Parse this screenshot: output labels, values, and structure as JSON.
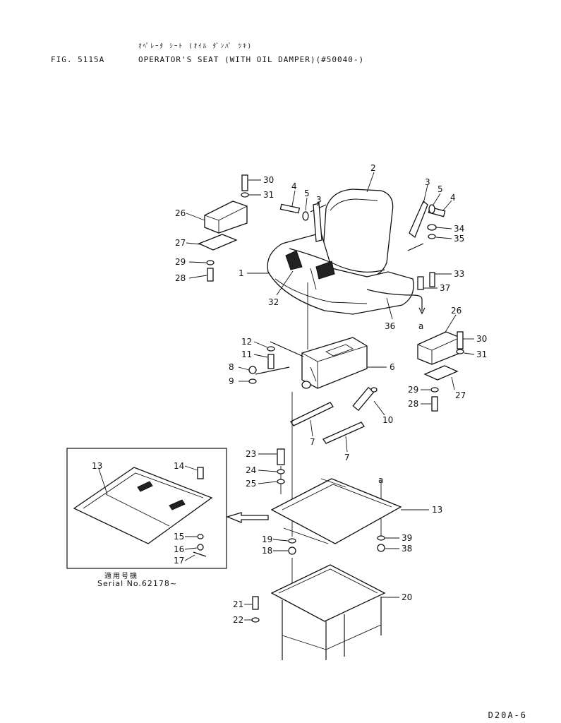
{
  "header": {
    "figure_number": "FIG. 5115A",
    "title_japanese": "ｵﾍﾟﾚｰﾀ ｼｰﾄ (ｵｲﾙ ﾀﾞﾝﾊﾟ ﾂｷ)",
    "title": "OPERATOR'S SEAT (WITH OIL DAMPER)(#50040-)"
  },
  "inset": {
    "serial_label_japanese": "適用号機",
    "serial_label": "Serial No.62178~"
  },
  "footer": {
    "drawing_code": "D20A-6"
  },
  "callouts": [
    {
      "label": "1"
    },
    {
      "label": "2"
    },
    {
      "label": "3"
    },
    {
      "label": "3"
    },
    {
      "label": "4"
    },
    {
      "label": "4"
    },
    {
      "label": "5"
    },
    {
      "label": "5"
    },
    {
      "label": "6"
    },
    {
      "label": "7"
    },
    {
      "label": "7"
    },
    {
      "label": "8"
    },
    {
      "label": "9"
    },
    {
      "label": "10"
    },
    {
      "label": "11"
    },
    {
      "label": "12"
    },
    {
      "label": "13"
    },
    {
      "label": "13"
    },
    {
      "label": "14"
    },
    {
      "label": "15"
    },
    {
      "label": "16"
    },
    {
      "label": "17"
    },
    {
      "label": "18"
    },
    {
      "label": "19"
    },
    {
      "label": "20"
    },
    {
      "label": "21"
    },
    {
      "label": "22"
    },
    {
      "label": "23"
    },
    {
      "label": "24"
    },
    {
      "label": "25"
    },
    {
      "label": "26"
    },
    {
      "label": "26"
    },
    {
      "label": "27"
    },
    {
      "label": "27"
    },
    {
      "label": "28"
    },
    {
      "label": "28"
    },
    {
      "label": "29"
    },
    {
      "label": "29"
    },
    {
      "label": "30"
    },
    {
      "label": "30"
    },
    {
      "label": "31"
    },
    {
      "label": "31"
    },
    {
      "label": "32"
    },
    {
      "label": "33"
    },
    {
      "label": "34"
    },
    {
      "label": "35"
    },
    {
      "label": "36"
    },
    {
      "label": "37"
    },
    {
      "label": "38"
    },
    {
      "label": "39"
    },
    {
      "label": "a"
    },
    {
      "label": "a"
    }
  ]
}
